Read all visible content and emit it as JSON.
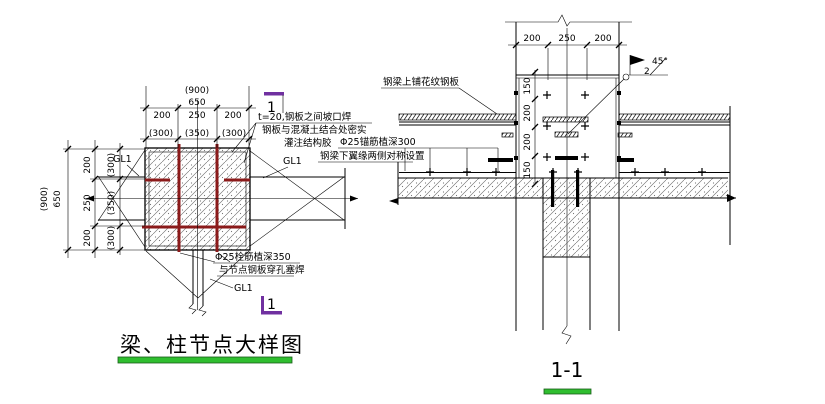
{
  "colors": {
    "line": "#000000",
    "rebar_red": "#8b1a1a",
    "marker_purple": "#7030a0",
    "title_green": "#2fbe2f"
  },
  "left": {
    "title": "梁、柱节点大样图",
    "gl1": "GL1",
    "marker": "1",
    "dim_overall_paren": "(900)",
    "dim_overall": "650",
    "top_segments": [
      "200",
      "250",
      "200"
    ],
    "top_segments_paren": [
      "(300)",
      "(350)",
      "(300)"
    ],
    "side_segments": [
      "200",
      "250",
      "200"
    ],
    "side_segments_paren": [
      "(300)",
      "(350)",
      "(300)"
    ],
    "note_weld_1": "t=20,钢板之间坡口焊",
    "note_weld_2": "钢板与混凝土结合处密实",
    "note_weld_3": "灌注结构胶",
    "note_anchor_1": "Φ25栓筋植深350",
    "note_anchor_2": "与节点钢板穿孔塞焊"
  },
  "right": {
    "title": "1-1",
    "top_segments": [
      "200",
      "250",
      "200"
    ],
    "side_segments": [
      "150",
      "200",
      "200",
      "150"
    ],
    "note_plate": "钢梁上铺花纹钢板",
    "note_anchor_1": "Φ25锚筋植深300",
    "note_anchor_2": "钢梁下翼缘两侧对称设置",
    "weld_angle": "45°",
    "weld_num": "2"
  }
}
